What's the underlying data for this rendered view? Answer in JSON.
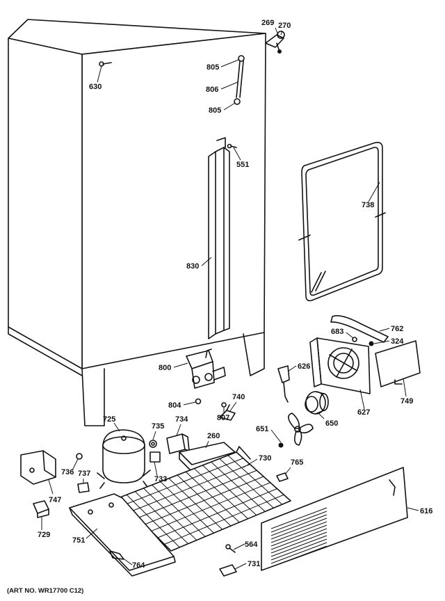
{
  "diagram": {
    "art_number": "(ART NO. WR17700 C12)",
    "callouts": [
      {
        "id": "269",
        "text": "269"
      },
      {
        "id": "270",
        "text": "270"
      },
      {
        "id": "630",
        "text": "630"
      },
      {
        "id": "805a",
        "text": "805"
      },
      {
        "id": "806",
        "text": "806"
      },
      {
        "id": "805b",
        "text": "805"
      },
      {
        "id": "551",
        "text": "551"
      },
      {
        "id": "738",
        "text": "738"
      },
      {
        "id": "830",
        "text": "830"
      },
      {
        "id": "762",
        "text": "762"
      },
      {
        "id": "683",
        "text": "683"
      },
      {
        "id": "324",
        "text": "324"
      },
      {
        "id": "800",
        "text": "800"
      },
      {
        "id": "626",
        "text": "626"
      },
      {
        "id": "749",
        "text": "749"
      },
      {
        "id": "627",
        "text": "627"
      },
      {
        "id": "740",
        "text": "740"
      },
      {
        "id": "804",
        "text": "804"
      },
      {
        "id": "807",
        "text": "807"
      },
      {
        "id": "725",
        "text": "725"
      },
      {
        "id": "735",
        "text": "735"
      },
      {
        "id": "734",
        "text": "734"
      },
      {
        "id": "650",
        "text": "650"
      },
      {
        "id": "651",
        "text": "651"
      },
      {
        "id": "260",
        "text": "260"
      },
      {
        "id": "730",
        "text": "730"
      },
      {
        "id": "765",
        "text": "765"
      },
      {
        "id": "736",
        "text": "736"
      },
      {
        "id": "737",
        "text": "737"
      },
      {
        "id": "733",
        "text": "733"
      },
      {
        "id": "747",
        "text": "747"
      },
      {
        "id": "616",
        "text": "616"
      },
      {
        "id": "729",
        "text": "729"
      },
      {
        "id": "751",
        "text": "751"
      },
      {
        "id": "564",
        "text": "564"
      },
      {
        "id": "764",
        "text": "764"
      },
      {
        "id": "731",
        "text": "731"
      }
    ]
  }
}
